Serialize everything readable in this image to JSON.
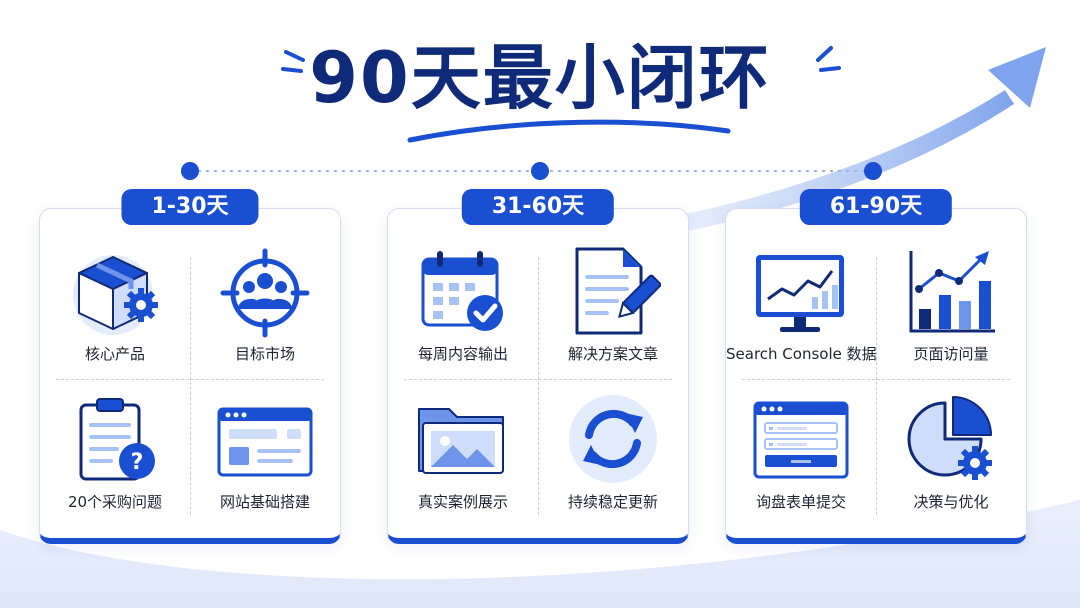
{
  "title": "90天最小闭环",
  "phases": [
    {
      "label": "1-30天",
      "items": [
        {
          "label": "核心产品",
          "icon": "product-box-gear-icon"
        },
        {
          "label": "目标市场",
          "icon": "target-audience-icon"
        },
        {
          "label": "20个采购问题",
          "icon": "clipboard-question-icon"
        },
        {
          "label": "网站基础搭建",
          "icon": "website-layout-icon"
        }
      ]
    },
    {
      "label": "31-60天",
      "items": [
        {
          "label": "每周内容输出",
          "icon": "calendar-check-icon"
        },
        {
          "label": "解决方案文章",
          "icon": "document-pen-icon"
        },
        {
          "label": "真实案例展示",
          "icon": "folder-image-icon"
        },
        {
          "label": "持续稳定更新",
          "icon": "refresh-cycle-icon"
        }
      ]
    },
    {
      "label": "61-90天",
      "items": [
        {
          "label": "Search Console 数据",
          "icon": "monitor-chart-icon"
        },
        {
          "label": "页面访问量",
          "icon": "bar-trend-chart-icon"
        },
        {
          "label": "询盘表单提交",
          "icon": "inquiry-form-icon"
        },
        {
          "label": "决策与优化",
          "icon": "pie-gear-icon"
        }
      ]
    }
  ],
  "colors": {
    "primary": "#1b4fd1",
    "title": "#0f2a78",
    "light": "#a9c2f5",
    "pale": "#e3ecfd"
  }
}
